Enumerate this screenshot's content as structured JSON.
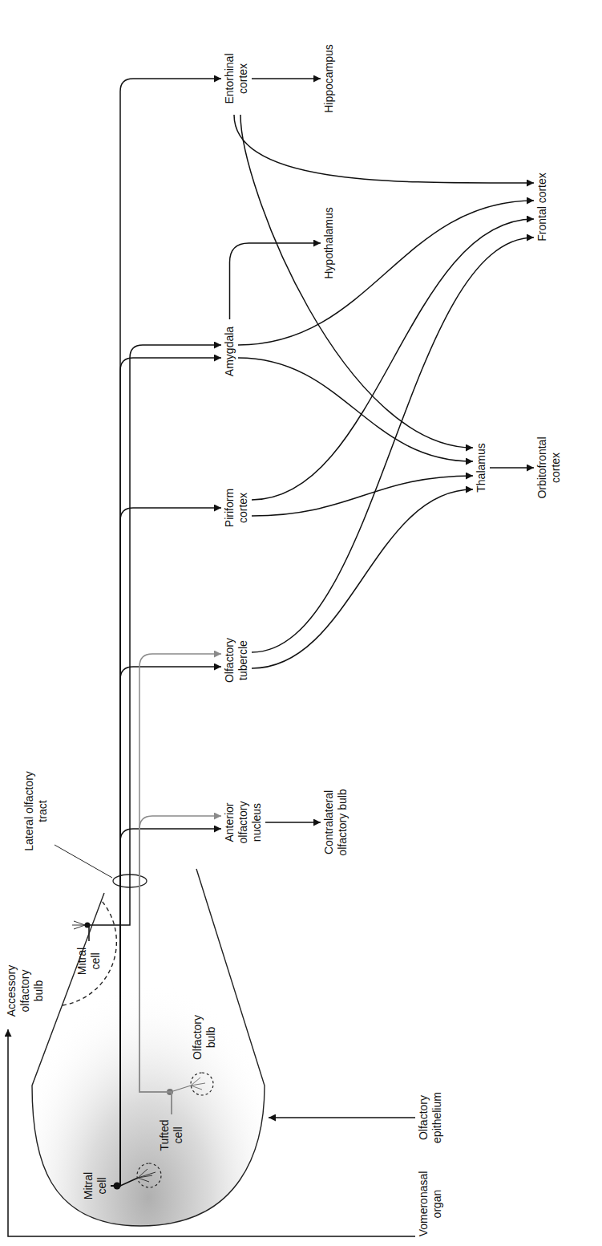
{
  "diagram": {
    "nodes": [
      {
        "text": [
          "Olfactory bulb"
        ]
      },
      {
        "text": [
          "Accessory olfactory bulb"
        ],
        "in": 0
      },
      {
        "text": [
          "Mitral cell"
        ],
        "in": 1
      },
      {
        "text": [
          "Mitral cell"
        ],
        "in": 0
      },
      {
        "text": [
          "Tufted cell"
        ],
        "in": 0
      },
      {
        "text": [
          "Vomeronasal organ"
        ]
      },
      {
        "text": [
          "Olfactory epithelium"
        ]
      },
      {
        "text": [
          "Anterior olfactory nucleus"
        ]
      },
      {
        "text": [
          "Contralateral olfactory bulb"
        ]
      },
      {
        "text": [
          "Olfactory tubercle"
        ]
      },
      {
        "text": [
          "Piriform cortex"
        ]
      },
      {
        "text": [
          "Amygdala"
        ]
      },
      {
        "text": [
          "Hypothalamus"
        ]
      },
      {
        "text": [
          "Entorhinal cortex"
        ]
      },
      {
        "text": [
          "Hippocampus"
        ]
      },
      {
        "text": [
          "Thalamus"
        ]
      },
      {
        "text": [
          "Frontal cortex"
        ]
      },
      {
        "text": [
          "Orbitofrontal cortex"
        ]
      }
    ],
    "edges": [
      {
        "from": 5,
        "to": 1,
        "arrow": "to"
      },
      {
        "from": 6,
        "to": 0,
        "arrow": "to"
      },
      {
        "from": 3,
        "to": 7,
        "arrow": "to"
      },
      {
        "from": 3,
        "to": 9,
        "arrow": "to"
      },
      {
        "from": 3,
        "to": 10,
        "arrow": "to"
      },
      {
        "from": 3,
        "to": 11,
        "arrow": "to"
      },
      {
        "from": 3,
        "to": 13,
        "arrow": "to"
      },
      {
        "from": 2,
        "to": 11,
        "arrow": "to"
      },
      {
        "from": 4,
        "to": 7,
        "arrow": "to"
      },
      {
        "from": 4,
        "to": 9,
        "arrow": "to"
      },
      {
        "from": 7,
        "to": 8,
        "arrow": "to"
      },
      {
        "from": 9,
        "to": 15,
        "arrow": "to"
      },
      {
        "from": 9,
        "to": 16,
        "arrow": "to"
      },
      {
        "from": 10,
        "to": 15,
        "arrow": "to"
      },
      {
        "from": 10,
        "to": 16,
        "arrow": "to"
      },
      {
        "from": 11,
        "to": 12,
        "arrow": "to"
      },
      {
        "from": 11,
        "to": 16,
        "arrow": "to"
      },
      {
        "from": 11,
        "to": 15,
        "arrow": "to"
      },
      {
        "from": 13,
        "to": 14,
        "arrow": "to"
      },
      {
        "from": 13,
        "to": 16,
        "arrow": "to"
      },
      {
        "from": 13,
        "to": 15,
        "arrow": "to"
      },
      {
        "from": 15,
        "to": 17,
        "arrow": "to"
      }
    ],
    "labels": [
      "Lateral olfactory tract"
    ]
  }
}
